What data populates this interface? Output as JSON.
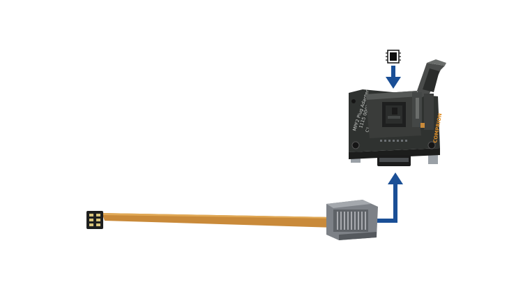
{
  "image": {
    "pcb_label_line1": "MPF2 Plug Adapter",
    "pcb_label_line2": "1115 0002",
    "pcb_label_ref": "C1",
    "pcb_brand": "COMPRION",
    "colors": {
      "arrow": "#1a4f96",
      "pcb": "#2f3230",
      "socket": "#3a3c3a",
      "flex_cable": "#c98a3a",
      "connector": "#7d8187",
      "chip": "#1e1f1f"
    },
    "icons": [
      "chip-icon",
      "down-arrow",
      "up-arrow"
    ]
  }
}
